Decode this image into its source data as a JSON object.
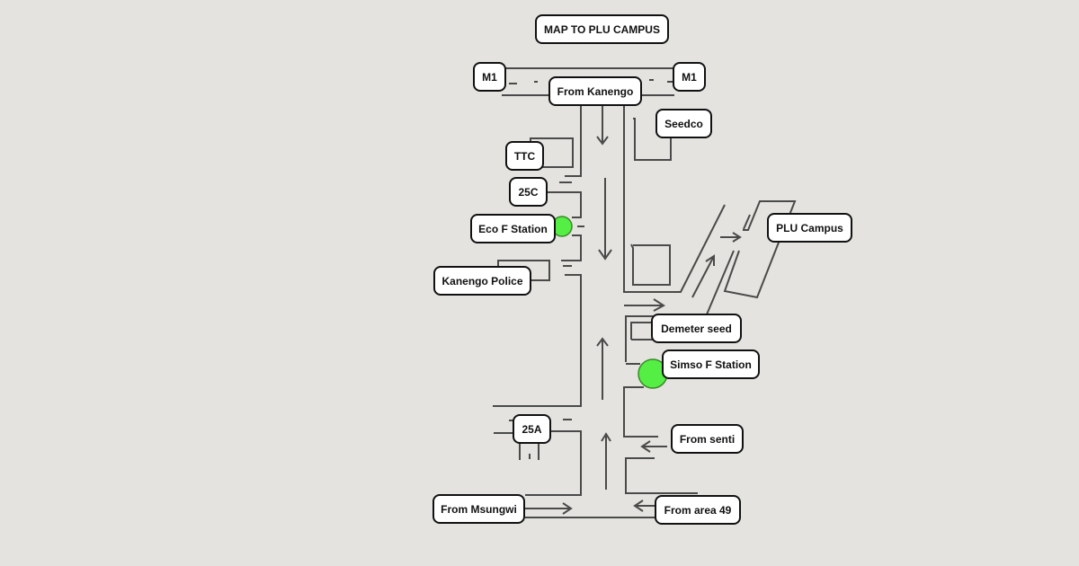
{
  "title": "MAP TO PLU CAMPUS",
  "labels": {
    "m1_left": "M1",
    "m1_right": "M1",
    "from_kanengo": "From Kanengo",
    "seedco": "Seedco",
    "ttc": "TTC",
    "c25": "25C",
    "eco_f_station": "Eco F Station",
    "kanengo_police": "Kanengo Police",
    "plu_campus": "PLU Campus",
    "demeter_seed": "Demeter seed",
    "simso_f_station": "Simso F Station",
    "a25": "25A",
    "from_senti": "From senti",
    "from_msungwi": "From Msungwi",
    "from_area_49": "From area 49"
  },
  "colors": {
    "station": "#55ee44",
    "road": "#4a4a4a",
    "background": "#e4e3df"
  }
}
